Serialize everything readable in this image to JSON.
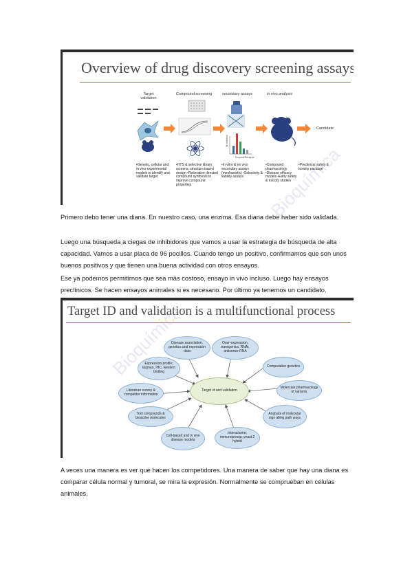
{
  "slide1": {
    "title": "Overview of drug discovery screening assays",
    "stages": [
      "Target validation",
      "Compound screening",
      "secondary assays",
      "in vivo analysis"
    ],
    "candidate_label": "Candidate",
    "descriptions": [
      "•Genetic, cellular and in vivo experimental models to identify and validate target",
      "•HTS & selective library screens; structure based design •Reiterative directed compound synthesis to improve compound properties",
      "•In vitro & ex vivo secondary assays (mechanistic) •Selectivity & liability assays",
      "•Compound pharmacology •Disease efficacy models •Early safety & toxicity studies",
      "•Preclinical safety & toxicity package"
    ],
    "chart_axis": "% inhibition",
    "chart_xlabel": "Enzyme/Receptor"
  },
  "paragraphs": [
    "Primero debo tener una diana. En nuestro caso, una enzima. Esa diana debe haber sido validada.",
    "Luego una búsqueda a ciegas de inhibidores que vamos a usar la estrategia de búsqueda de alta capacidad. Vamos a usar placa de 96 pocillos. Cuando tengo un positivo, confirmamos que son unos buenos positivos y que tienen una buena actividad con otros ensayos.",
    "Ese ya podemos permitirnos que sea más costoso, ensayo in vivo incluso. Luego hay ensayos preclínicos. Se hacen ensayos animales si es necesario. Por último ya tenemos un candidato.",
    "A veces una manera es ver qué hacen los competidores. Una manera de saber que hay una diana es comparar célula normal y tumoral, se mira la expresión. Normalmente se comprueban en células animales."
  ],
  "slide2": {
    "title": "Target ID and validation is a multifunctional process",
    "center": "Target id and validation",
    "nodes": [
      "Disease association; genetics and expression data",
      "Over-expression, transgenics, RNAi, antisense RNA",
      "Comparative genetics",
      "Molecular pharmacology of variants",
      "Analysis of molecular sign alling path ways",
      "Interactome; immunoprecip; yeast 2 hybrid",
      "Cell-based and in vivo disease models",
      "Tool compounds & bioactive molecules",
      "Literature survey & competitor information",
      "Expression profile; taqman, IHC, western blotting"
    ]
  },
  "watermark": [
    "Bioquímica",
    "Bioquímica"
  ],
  "colors": {
    "arrow": "#f0873a",
    "mouse": "#2a3f80",
    "node_fill": "#cfe0f0",
    "center_fill": "#e8f1d8"
  }
}
